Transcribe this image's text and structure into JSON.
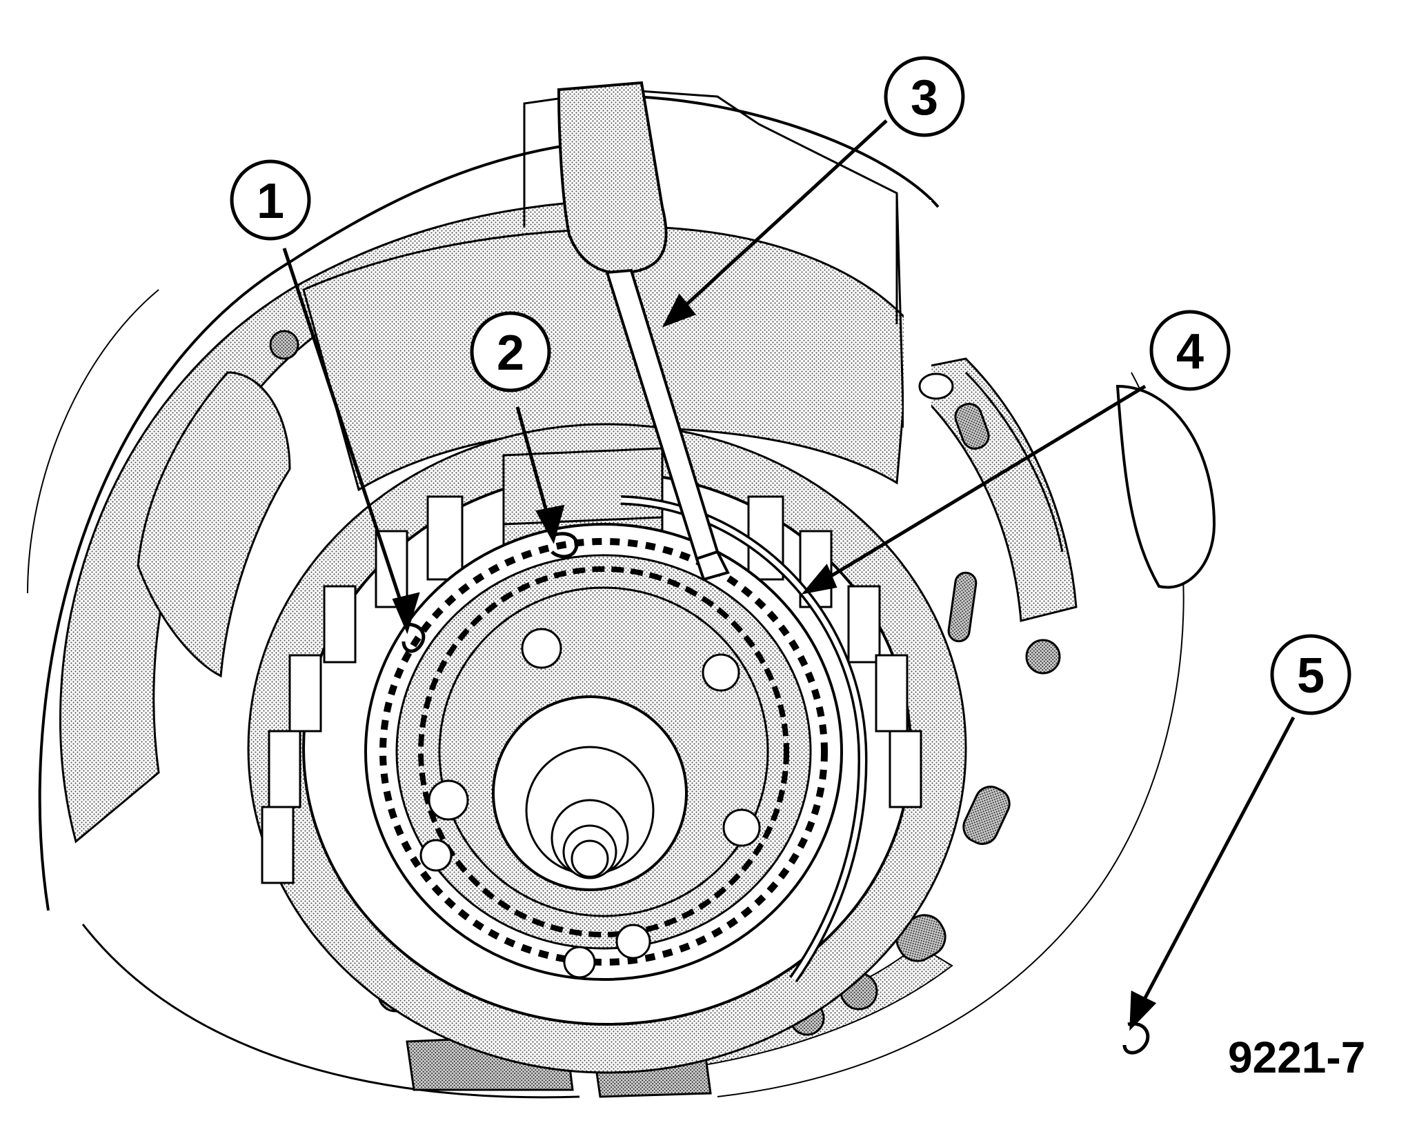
{
  "figure": {
    "callouts": [
      {
        "number": "1"
      },
      {
        "number": "2"
      },
      {
        "number": "3"
      },
      {
        "number": "4"
      },
      {
        "number": "5"
      }
    ],
    "figure_id": "9221-7"
  }
}
